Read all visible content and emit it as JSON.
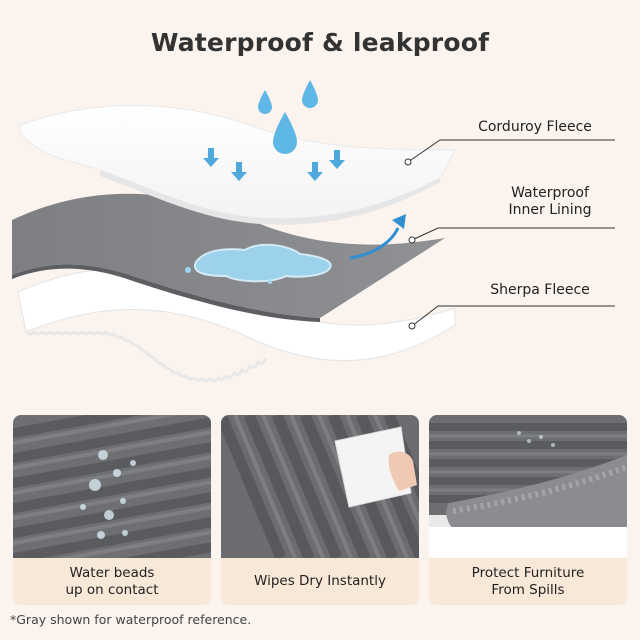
{
  "title": "Waterproof & leakproof",
  "layers": [
    {
      "label": "Corduroy Fleece"
    },
    {
      "label": "Waterproof\nInner Lining"
    },
    {
      "label": "Sherpa Fleece"
    }
  ],
  "panels": [
    {
      "caption": "Water beads\nup on contact"
    },
    {
      "caption": "Wipes Dry Instantly"
    },
    {
      "caption": "Protect Furniture\nFrom Spills"
    }
  ],
  "footnote": "*Gray shown for waterproof reference.",
  "colors": {
    "background": "#fbf3ee",
    "fabric_gray": "#6d6e70",
    "lining_gray": "#8a8c8f",
    "water_blue": "#5fb7e6",
    "caption_bg": "#f8e8d8"
  }
}
